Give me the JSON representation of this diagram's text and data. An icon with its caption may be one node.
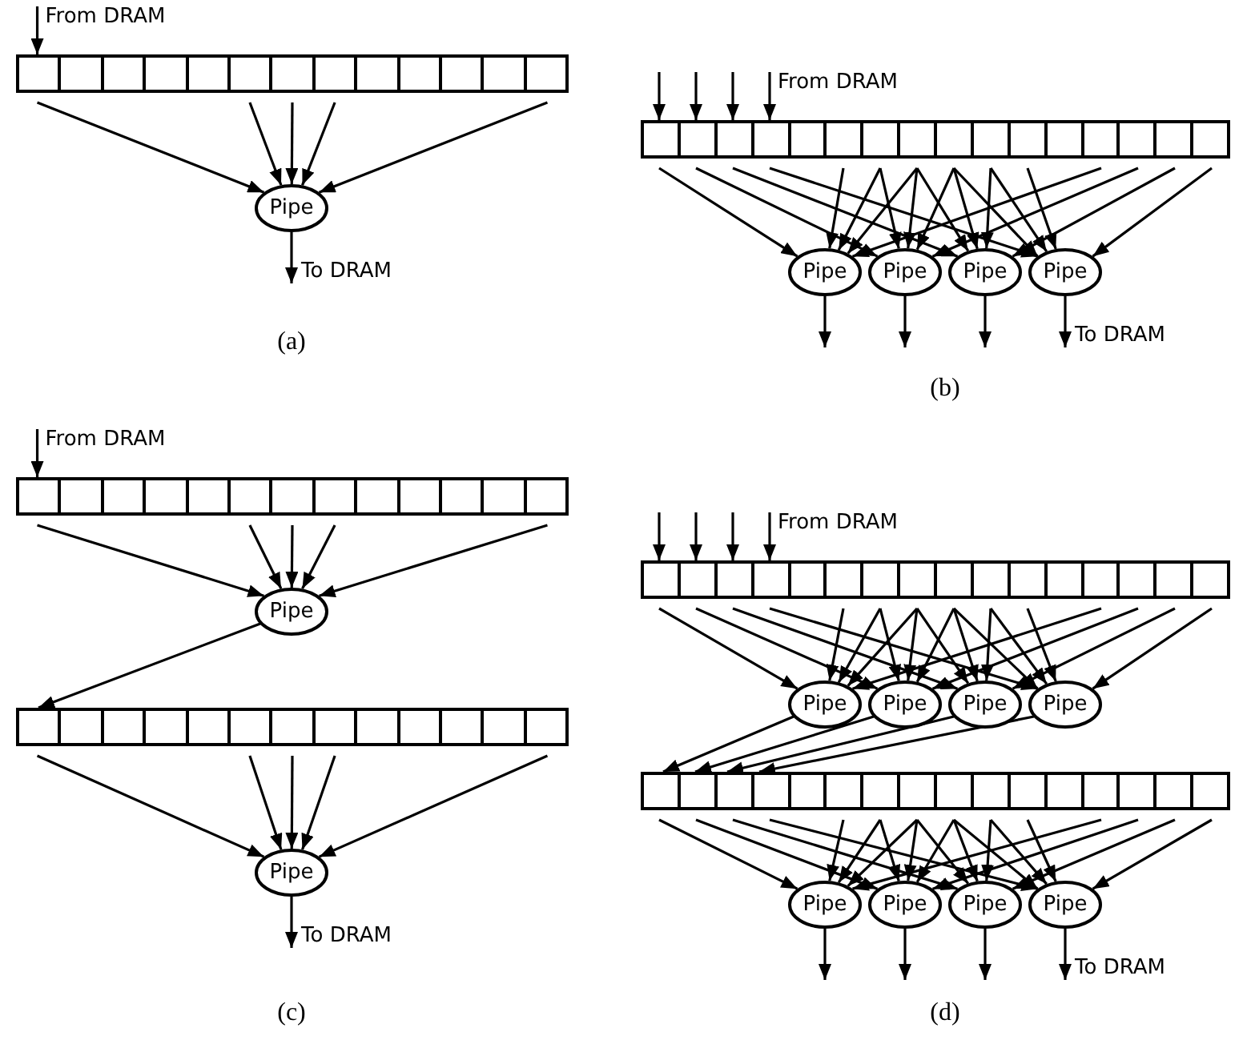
{
  "diagram": {
    "nodes": [
      {
        "text": [],
        "shape": "bar"
      },
      {
        "text": [
          "Pipe"
        ]
      },
      {
        "text": [],
        "shape": "bar"
      },
      {
        "text": [
          "Pipe"
        ]
      },
      {
        "text": [
          "Pipe"
        ]
      },
      {
        "text": [
          "Pipe"
        ]
      },
      {
        "text": [
          "Pipe"
        ]
      },
      {
        "text": [],
        "shape": "bar"
      },
      {
        "text": [
          "Pipe"
        ]
      },
      {
        "text": [],
        "shape": "bar"
      },
      {
        "text": [
          "Pipe"
        ]
      },
      {
        "text": [],
        "shape": "bar"
      },
      {
        "text": [
          "Pipe"
        ]
      },
      {
        "text": [
          "Pipe"
        ]
      },
      {
        "text": [
          "Pipe"
        ]
      },
      {
        "text": [
          "Pipe"
        ]
      },
      {
        "text": [],
        "shape": "bar"
      },
      {
        "text": [
          "Pipe"
        ]
      },
      {
        "text": [
          "Pipe"
        ]
      },
      {
        "text": [
          "Pipe"
        ]
      },
      {
        "text": [
          "Pipe"
        ]
      }
    ],
    "edges": [
      {
        "from": null,
        "to": 0,
        "arrow": "to",
        "label": "From DRAM"
      },
      {
        "from": 0,
        "to": 1,
        "arrow": "to"
      },
      {
        "from": 0,
        "to": 1,
        "arrow": "to"
      },
      {
        "from": 0,
        "to": 1,
        "arrow": "to"
      },
      {
        "from": 0,
        "to": 1,
        "arrow": "to"
      },
      {
        "from": 0,
        "to": 1,
        "arrow": "to"
      },
      {
        "from": 1,
        "to": null,
        "arrow": "to",
        "label": "To DRAM"
      },
      {
        "from": null,
        "to": 2,
        "arrow": "to"
      },
      {
        "from": null,
        "to": 2,
        "arrow": "to"
      },
      {
        "from": null,
        "to": 2,
        "arrow": "to"
      },
      {
        "from": null,
        "to": 2,
        "arrow": "to",
        "label": "From DRAM"
      },
      {
        "from": 2,
        "to": 3,
        "arrow": "to"
      },
      {
        "from": 2,
        "to": 3,
        "arrow": "to"
      },
      {
        "from": 2,
        "to": 3,
        "arrow": "to"
      },
      {
        "from": 2,
        "to": 3,
        "arrow": "to"
      },
      {
        "from": 2,
        "to": 3,
        "arrow": "to"
      },
      {
        "from": 2,
        "to": 4,
        "arrow": "to"
      },
      {
        "from": 2,
        "to": 4,
        "arrow": "to"
      },
      {
        "from": 2,
        "to": 4,
        "arrow": "to"
      },
      {
        "from": 2,
        "to": 4,
        "arrow": "to"
      },
      {
        "from": 2,
        "to": 4,
        "arrow": "to"
      },
      {
        "from": 2,
        "to": 5,
        "arrow": "to"
      },
      {
        "from": 2,
        "to": 5,
        "arrow": "to"
      },
      {
        "from": 2,
        "to": 5,
        "arrow": "to"
      },
      {
        "from": 2,
        "to": 5,
        "arrow": "to"
      },
      {
        "from": 2,
        "to": 5,
        "arrow": "to"
      },
      {
        "from": 2,
        "to": 6,
        "arrow": "to"
      },
      {
        "from": 2,
        "to": 6,
        "arrow": "to"
      },
      {
        "from": 2,
        "to": 6,
        "arrow": "to"
      },
      {
        "from": 2,
        "to": 6,
        "arrow": "to"
      },
      {
        "from": 2,
        "to": 6,
        "arrow": "to"
      },
      {
        "from": 3,
        "to": null,
        "arrow": "to"
      },
      {
        "from": 4,
        "to": null,
        "arrow": "to"
      },
      {
        "from": 5,
        "to": null,
        "arrow": "to"
      },
      {
        "from": 6,
        "to": null,
        "arrow": "to",
        "label": "To DRAM"
      },
      {
        "from": null,
        "to": 7,
        "arrow": "to",
        "label": "From DRAM"
      },
      {
        "from": 7,
        "to": 8,
        "arrow": "to"
      },
      {
        "from": 7,
        "to": 8,
        "arrow": "to"
      },
      {
        "from": 7,
        "to": 8,
        "arrow": "to"
      },
      {
        "from": 7,
        "to": 8,
        "arrow": "to"
      },
      {
        "from": 7,
        "to": 8,
        "arrow": "to"
      },
      {
        "from": 8,
        "to": 9,
        "arrow": "to"
      },
      {
        "from": 9,
        "to": 10,
        "arrow": "to"
      },
      {
        "from": 9,
        "to": 10,
        "arrow": "to"
      },
      {
        "from": 9,
        "to": 10,
        "arrow": "to"
      },
      {
        "from": 9,
        "to": 10,
        "arrow": "to"
      },
      {
        "from": 9,
        "to": 10,
        "arrow": "to"
      },
      {
        "from": 10,
        "to": null,
        "arrow": "to",
        "label": "To DRAM"
      },
      {
        "from": null,
        "to": 11,
        "arrow": "to"
      },
      {
        "from": null,
        "to": 11,
        "arrow": "to"
      },
      {
        "from": null,
        "to": 11,
        "arrow": "to"
      },
      {
        "from": null,
        "to": 11,
        "arrow": "to",
        "label": "From DRAM"
      },
      {
        "from": 11,
        "to": 12,
        "arrow": "to"
      },
      {
        "from": 11,
        "to": 12,
        "arrow": "to"
      },
      {
        "from": 11,
        "to": 12,
        "arrow": "to"
      },
      {
        "from": 11,
        "to": 12,
        "arrow": "to"
      },
      {
        "from": 11,
        "to": 12,
        "arrow": "to"
      },
      {
        "from": 11,
        "to": 13,
        "arrow": "to"
      },
      {
        "from": 11,
        "to": 13,
        "arrow": "to"
      },
      {
        "from": 11,
        "to": 13,
        "arrow": "to"
      },
      {
        "from": 11,
        "to": 13,
        "arrow": "to"
      },
      {
        "from": 11,
        "to": 13,
        "arrow": "to"
      },
      {
        "from": 11,
        "to": 14,
        "arrow": "to"
      },
      {
        "from": 11,
        "to": 14,
        "arrow": "to"
      },
      {
        "from": 11,
        "to": 14,
        "arrow": "to"
      },
      {
        "from": 11,
        "to": 14,
        "arrow": "to"
      },
      {
        "from": 11,
        "to": 14,
        "arrow": "to"
      },
      {
        "from": 11,
        "to": 15,
        "arrow": "to"
      },
      {
        "from": 11,
        "to": 15,
        "arrow": "to"
      },
      {
        "from": 11,
        "to": 15,
        "arrow": "to"
      },
      {
        "from": 11,
        "to": 15,
        "arrow": "to"
      },
      {
        "from": 11,
        "to": 15,
        "arrow": "to"
      },
      {
        "from": 12,
        "to": 16,
        "arrow": "to"
      },
      {
        "from": 13,
        "to": 16,
        "arrow": "to"
      },
      {
        "from": 14,
        "to": 16,
        "arrow": "to"
      },
      {
        "from": 15,
        "to": 16,
        "arrow": "to"
      },
      {
        "from": 16,
        "to": 17,
        "arrow": "to"
      },
      {
        "from": 16,
        "to": 17,
        "arrow": "to"
      },
      {
        "from": 16,
        "to": 17,
        "arrow": "to"
      },
      {
        "from": 16,
        "to": 17,
        "arrow": "to"
      },
      {
        "from": 16,
        "to": 17,
        "arrow": "to"
      },
      {
        "from": 16,
        "to": 18,
        "arrow": "to"
      },
      {
        "from": 16,
        "to": 18,
        "arrow": "to"
      },
      {
        "from": 16,
        "to": 18,
        "arrow": "to"
      },
      {
        "from": 16,
        "to": 18,
        "arrow": "to"
      },
      {
        "from": 16,
        "to": 18,
        "arrow": "to"
      },
      {
        "from": 16,
        "to": 19,
        "arrow": "to"
      },
      {
        "from": 16,
        "to": 19,
        "arrow": "to"
      },
      {
        "from": 16,
        "to": 19,
        "arrow": "to"
      },
      {
        "from": 16,
        "to": 19,
        "arrow": "to"
      },
      {
        "from": 16,
        "to": 19,
        "arrow": "to"
      },
      {
        "from": 16,
        "to": 20,
        "arrow": "to"
      },
      {
        "from": 16,
        "to": 20,
        "arrow": "to"
      },
      {
        "from": 16,
        "to": 20,
        "arrow": "to"
      },
      {
        "from": 16,
        "to": 20,
        "arrow": "to"
      },
      {
        "from": 16,
        "to": 20,
        "arrow": "to"
      },
      {
        "from": 17,
        "to": null,
        "arrow": "to"
      },
      {
        "from": 18,
        "to": null,
        "arrow": "to"
      },
      {
        "from": 19,
        "to": null,
        "arrow": "to"
      },
      {
        "from": 20,
        "to": null,
        "arrow": "to",
        "label": "To DRAM"
      }
    ],
    "labels": [
      "(a)",
      "(b)",
      "(c)",
      "(d)"
    ]
  }
}
